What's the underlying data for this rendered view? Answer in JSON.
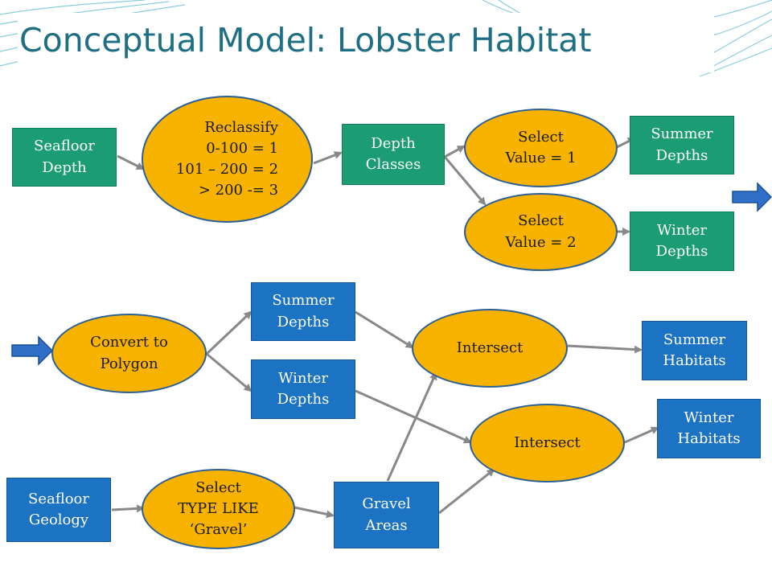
{
  "title": "Conceptual Model: Lobster Habitat",
  "colors": {
    "green_box": "#1b9c73",
    "blue_box": "#1c73c4",
    "ellipse_fill": "#f8b300",
    "ellipse_border": "#2c5f95",
    "title_text": "#1f6f84",
    "connector": "#888888",
    "accent_arrow": "#2f6fc7"
  },
  "nodes": {
    "seafloor_depth": "Seafloor\nDepth",
    "reclassify": "Reclassify\n0-100 = 1\n101 – 200 = 2\n> 200 -= 3",
    "depth_classes": "Depth\nClasses",
    "select_value_1": "Select\nValue = 1",
    "select_value_2": "Select\nValue = 2",
    "summer_depths_top": "Summer\nDepths",
    "winter_depths_top": "Winter\nDepths",
    "convert_to_polygon": "Convert to\nPolygon",
    "summer_depths": "Summer\nDepths",
    "winter_depths": "Winter\nDepths",
    "intersect_summer": "Intersect",
    "intersect_winter": "Intersect",
    "summer_habitats": "Summer\nHabitats",
    "winter_habitats": "Winter\nHabitats",
    "seafloor_geology": "Seafloor\nGeology",
    "select_gravel": "Select\nTYPE LIKE\n‘Gravel’",
    "gravel_areas": "Gravel\nAreas"
  },
  "icons": {
    "continue_arrow": "right-arrow-icon",
    "start_arrow": "right-arrow-icon"
  }
}
